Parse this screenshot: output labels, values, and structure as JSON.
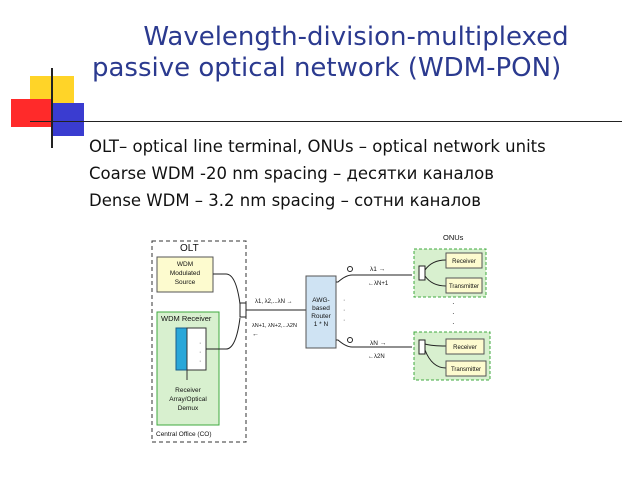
{
  "title": {
    "line1": "Wavelength-division-multiplexed",
    "line2": "passive optical network (WDM-PON)"
  },
  "bullets": [
    "OLT– optical line terminal, ONUs – optical network units",
    "Coarse WDM -20 nm spacing – десятки каналов",
    "Dense WDM – 3.2 nm spacing – сотни каналов"
  ],
  "diagram": {
    "olt_label": "OLT",
    "onus_label": "ONUs",
    "wdm_source_line1": "WDM",
    "wdm_source_line2": "Modulated",
    "wdm_source_line3": "Source",
    "wdm_receiver_label": "WDM Receiver",
    "receiver_array_line1": "Receiver",
    "receiver_array_line2": "Array/Optical",
    "receiver_array_line3": "Demux",
    "central_office": "Central Office (CO)",
    "olt_lambda_down": "λ1, λ2,...λN →",
    "olt_lambda_up": "λN+1, λN+2,...λ2N",
    "olt_arrow_up": "←",
    "awg_line1": "AWG-",
    "awg_line2": "based",
    "awg_line3": "Router",
    "awg_line4": "1 * N",
    "onu1_down": "λ1 →",
    "onu1_up": "←λN+1",
    "onuN_down": "λN →",
    "onuN_up": "←λ2N",
    "onu1_receiver": "Receiver",
    "onu1_transmitter": "Transmitter",
    "onuN_receiver": "Receiver",
    "onuN_transmitter": "Transmitter"
  },
  "colors": {
    "title": "#2b3a8f",
    "deco_yellow": "#ffd428",
    "deco_red": "#ff2a2a",
    "deco_blue": "#3a3cd0",
    "box_fill": "#fdfbcf",
    "green_fill": "#d8f0cf",
    "green_border": "#3faa3f",
    "awg_fill": "#cfe3f3"
  }
}
